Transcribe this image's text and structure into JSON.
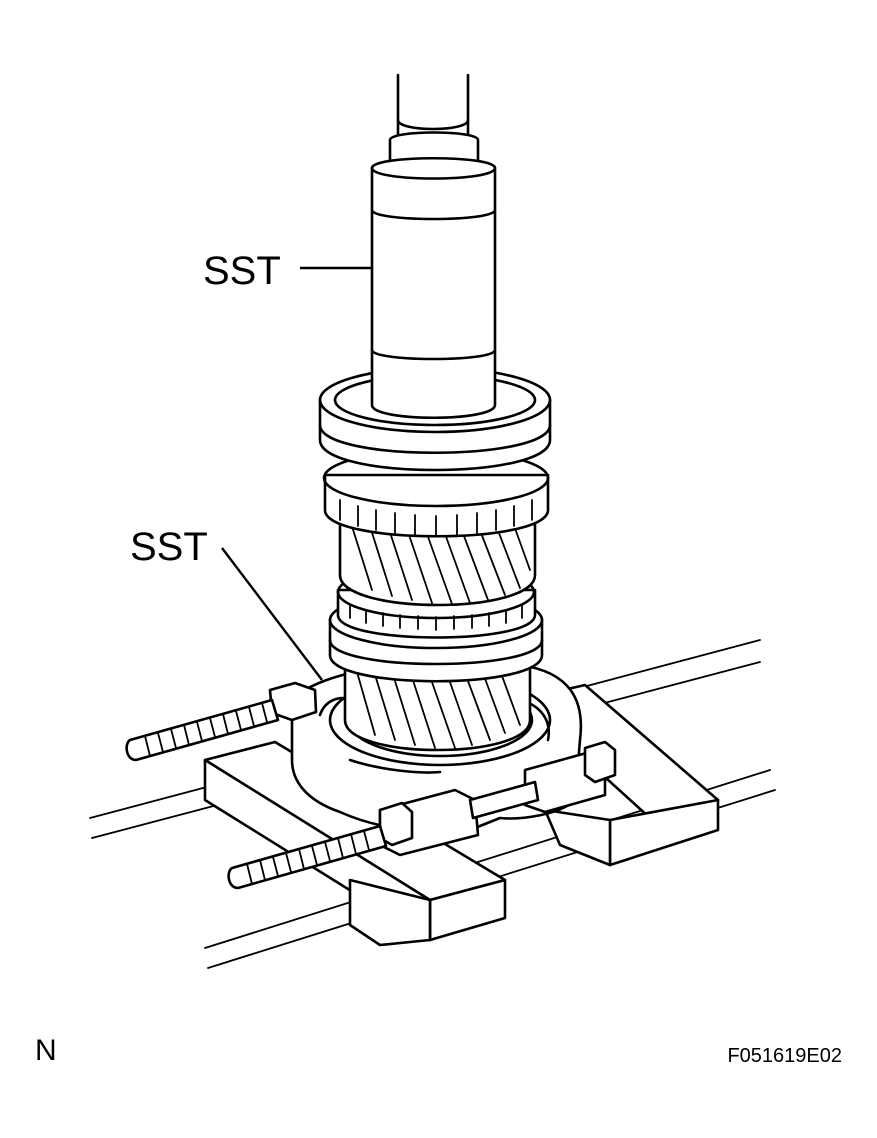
{
  "labels": {
    "sst_upper": "SST",
    "sst_lower": "SST",
    "corner_letter": "N",
    "figure_code": "F051619E02"
  },
  "icons": [
    "press-ram-icon",
    "gear-stack-icon",
    "bearing-puller-icon",
    "wooden-block-icon",
    "puller-bolt-icon"
  ],
  "colors": {
    "line": "#000000",
    "background": "#ffffff"
  }
}
